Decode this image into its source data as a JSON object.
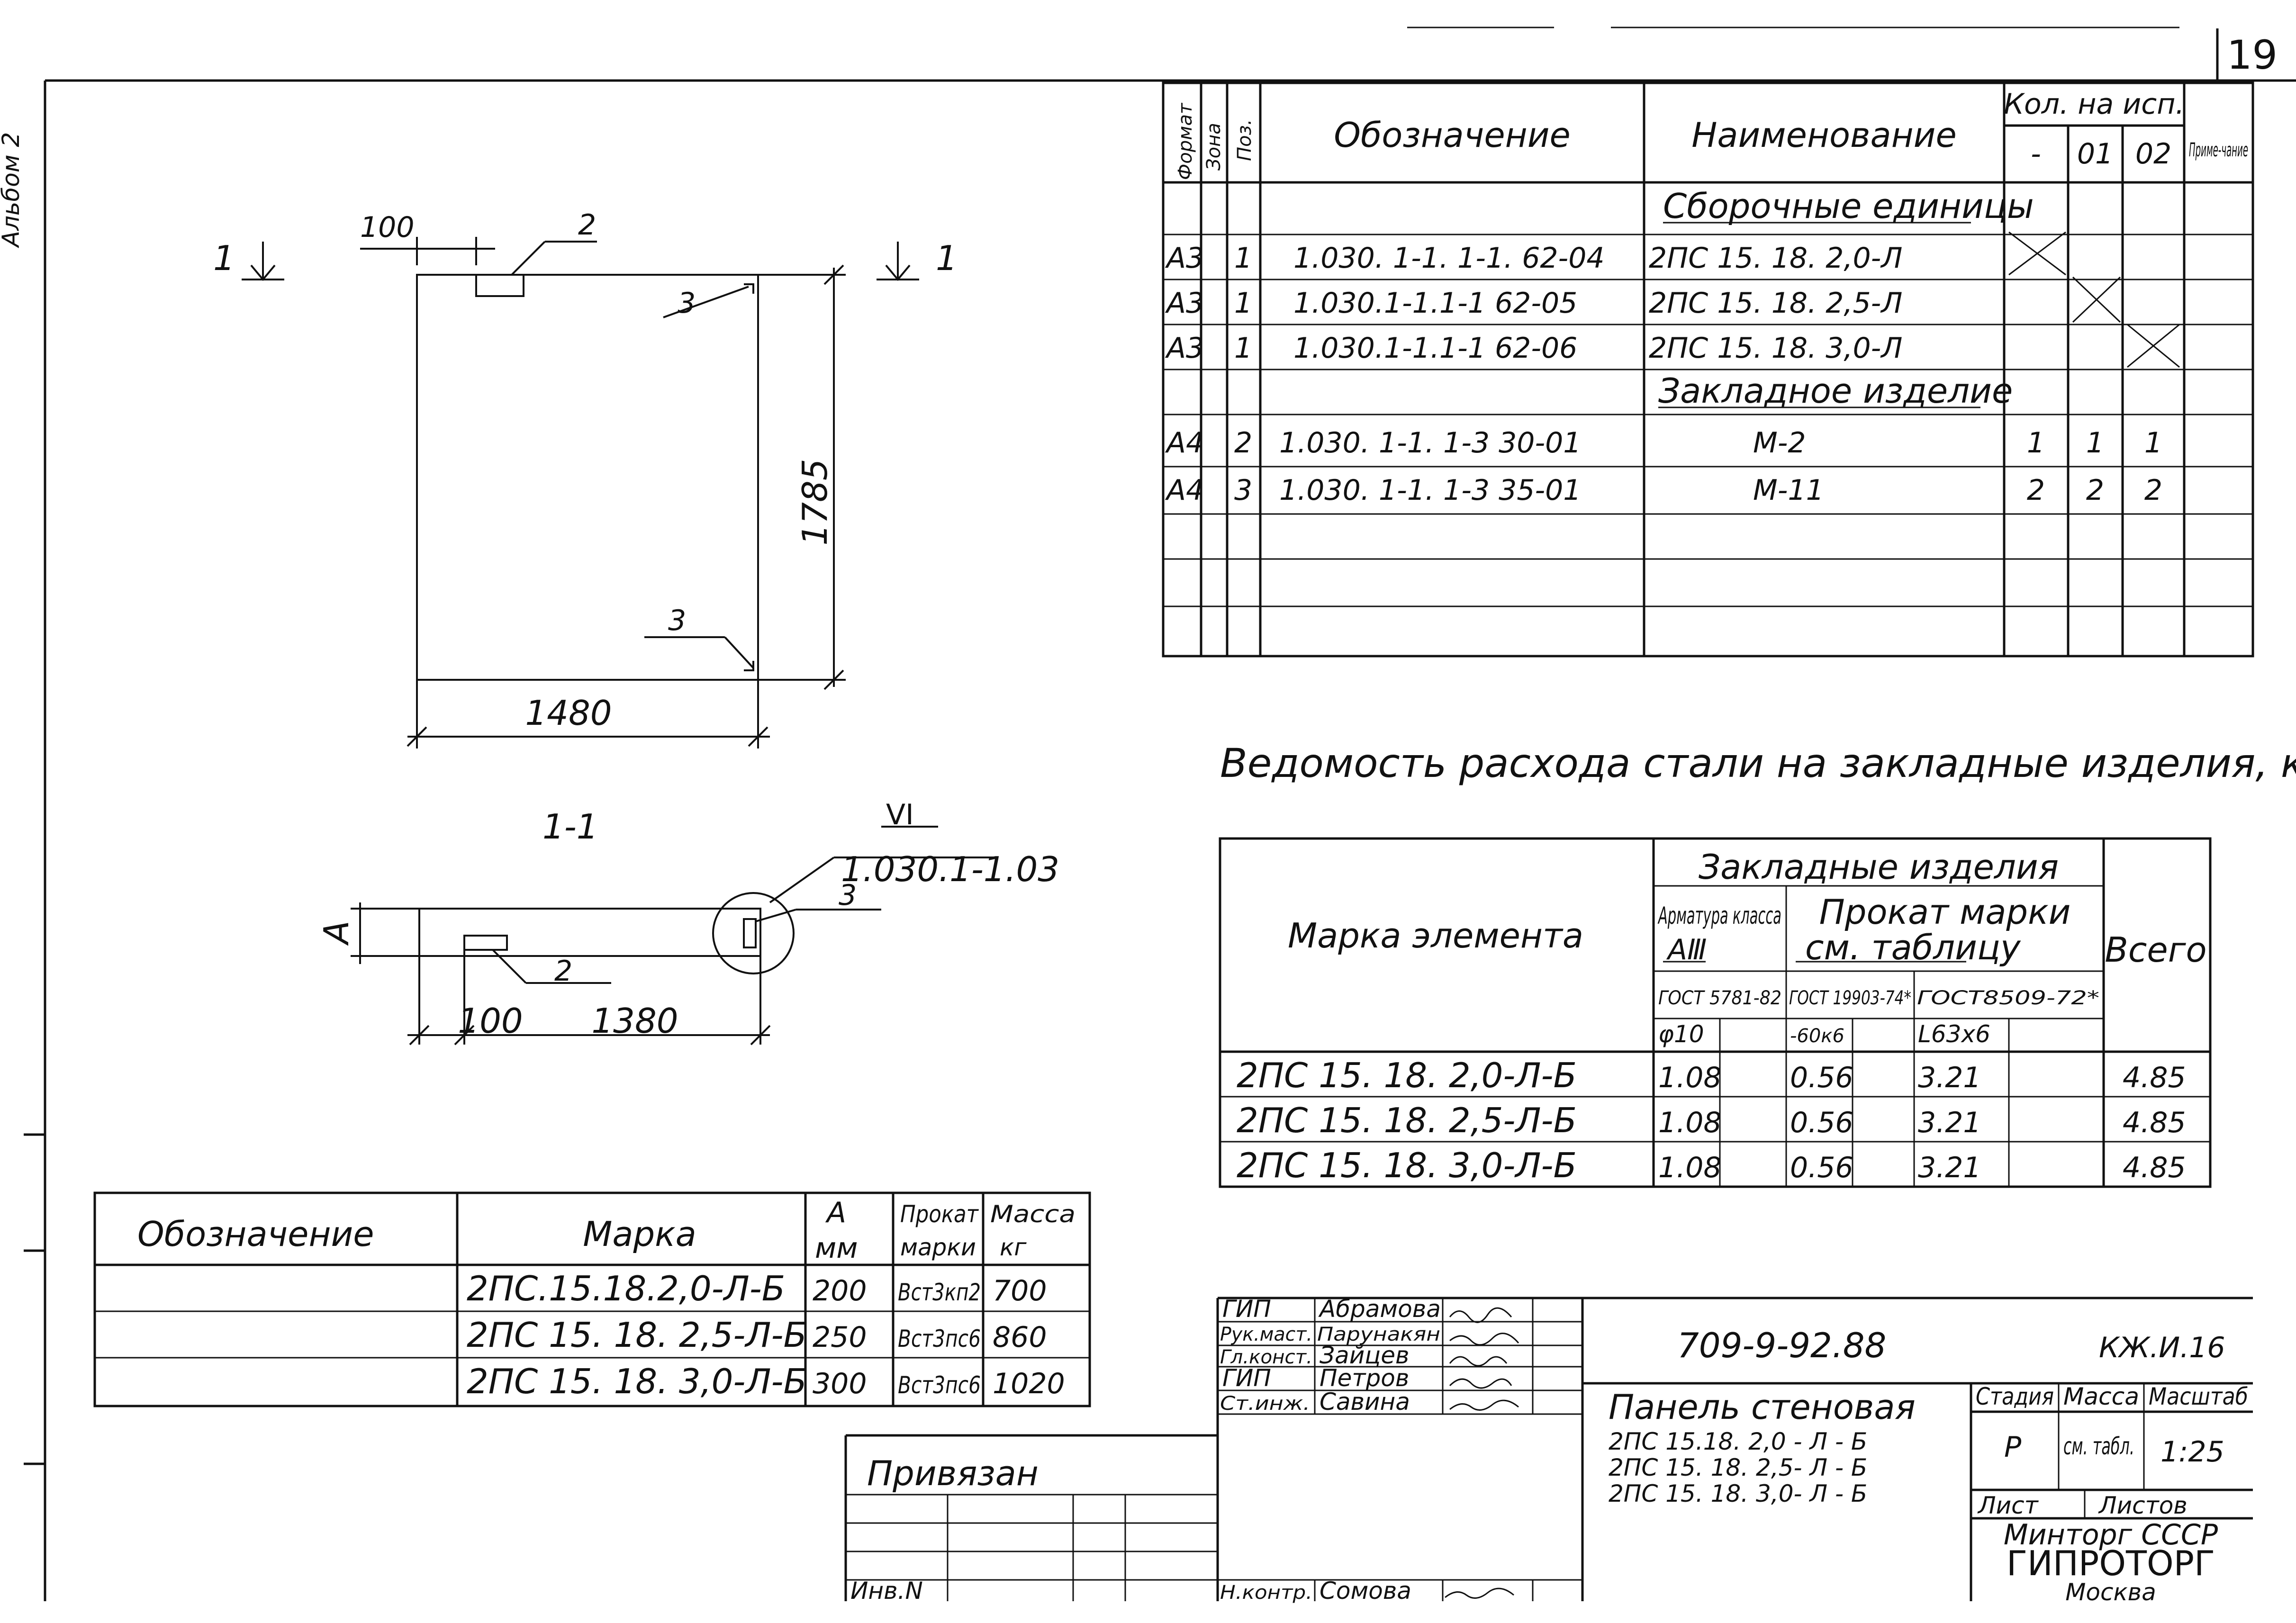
{
  "sheet_number": "19",
  "album_margin": "Альбом 2",
  "plan_view": {
    "dim_top": "100",
    "dim_width": "1480",
    "dim_height": "1785",
    "section_mark": "1",
    "callout_embed": "2",
    "callout_corner": "3"
  },
  "section_view": {
    "title": "1-1",
    "ref_numeral": "VI",
    "ref_code": "1.030.1-1.03",
    "dim_a": "А",
    "dim_left": "100",
    "dim_right": "1380",
    "callout_embed": "2",
    "callout_corner": "3"
  },
  "spec_table": {
    "headers": {
      "format": "Формат",
      "zone": "Зона",
      "pos": "Поз.",
      "designation": "Обозначение",
      "name": "Наименование",
      "qty": "Кол. на исп.",
      "qty_cols": [
        "-",
        "01",
        "02"
      ],
      "note": "Приме-чание"
    },
    "section_assembly": "Сборочные единицы",
    "section_embedded": "Закладное изделие",
    "assembly_rows": [
      {
        "format": "А3",
        "pos": "1",
        "designation": "1.030. 1-1. 1-1. 62-04",
        "name": "2ПС 15. 18. 2,0-Л"
      },
      {
        "format": "А3",
        "pos": "1",
        "designation": "1.030.1-1.1-1 62-05",
        "name": "2ПС 15. 18. 2,5-Л"
      },
      {
        "format": "А3",
        "pos": "1",
        "designation": "1.030.1-1.1-1 62-06",
        "name": "2ПС 15. 18. 3,0-Л"
      }
    ],
    "embedded_rows": [
      {
        "format": "А4",
        "pos": "2",
        "designation": "1.030. 1-1. 1-3 30-01",
        "name": "М-2",
        "q": [
          "1",
          "1",
          "1"
        ]
      },
      {
        "format": "А4",
        "pos": "3",
        "designation": "1.030. 1-1. 1-3 35-01",
        "name": "М-11",
        "q": [
          "2",
          "2",
          "2"
        ]
      }
    ]
  },
  "steel_table": {
    "title": "Ведомость расхода стали на закладные изделия, кг",
    "h_embedded": "Закладные изделия",
    "h_rebar": "Арматура класса",
    "h_rolled": "Прокат марки",
    "h_rebar_class": "AⅢ",
    "h_rolled_ref": "см. таблицу",
    "h_gost1": "ГОСТ 5781-82",
    "h_gost2": "ГОСТ 19903-74*",
    "h_gost3": "ГОСТ8509-72*",
    "h_d10": "φ10",
    "h_60k6": "-60к6",
    "h_l63": "L63х6",
    "h_mark": "Марка элемента",
    "h_total": "Всего",
    "rows": [
      {
        "mark": "2ПС 15. 18. 2,0-Л-Б",
        "a": "1.08",
        "b": "0.56",
        "c": "3.21",
        "total": "4.85"
      },
      {
        "mark": "2ПС 15. 18. 2,5-Л-Б",
        "a": "1.08",
        "b": "0.56",
        "c": "3.21",
        "total": "4.85"
      },
      {
        "mark": "2ПС 15. 18. 3,0-Л-Б",
        "a": "1.08",
        "b": "0.56",
        "c": "3.21",
        "total": "4.85"
      }
    ]
  },
  "mark_table": {
    "h_designation": "Обозначение",
    "h_mark": "Марка",
    "h_a": "А",
    "h_a_unit": "мм",
    "h_prokat": "Прокат",
    "h_prokat2": "марки",
    "h_mass": "Масса",
    "h_mass_unit": "кг",
    "rows": [
      {
        "mark": "2ПС.15.18.2,0-Л-Б",
        "a": "200",
        "steel": "Вст3кп2",
        "mass": "700"
      },
      {
        "mark": "2ПС 15. 18. 2,5-Л-Б",
        "a": "250",
        "steel": "Вст3пс6",
        "mass": "860"
      },
      {
        "mark": "2ПС 15. 18. 3,0-Л-Б",
        "a": "300",
        "steel": "Вст3пс6",
        "mass": "1020"
      }
    ]
  },
  "binding": {
    "label": "Привязан",
    "inv": "Инв.N"
  },
  "title_block": {
    "doc_code": "709-9-92.88",
    "sheet_code": "КЖ.И.16",
    "staff": [
      {
        "role": "ГИП",
        "name": "Абрамова"
      },
      {
        "role": "Рук.маст.",
        "name": "Парунакян"
      },
      {
        "role": "Гл.конст.",
        "name": "Зайцев"
      },
      {
        "role": "ГИП",
        "name": "Петров"
      },
      {
        "role": "Ст.инж.",
        "name": "Савина"
      }
    ],
    "norm_role": "Н.контр.",
    "norm_name": "Сомова",
    "title": "Панель стеновая",
    "marks": [
      "2ПС 15.18. 2,0 - Л - Б",
      "2ПС 15. 18. 2,5- Л - Б",
      "2ПС 15. 18. 3,0- Л - Б"
    ],
    "h_stage": "Стадия",
    "h_mass": "Масса",
    "h_scale": "Масштаб",
    "stage": "Р",
    "mass": "см. табл.",
    "scale": "1:25",
    "sheet": "Лист",
    "sheets": "Листов",
    "org1": "Минторг СССР",
    "org2": "ГИПРОТОРГ",
    "org3": "Москва"
  }
}
